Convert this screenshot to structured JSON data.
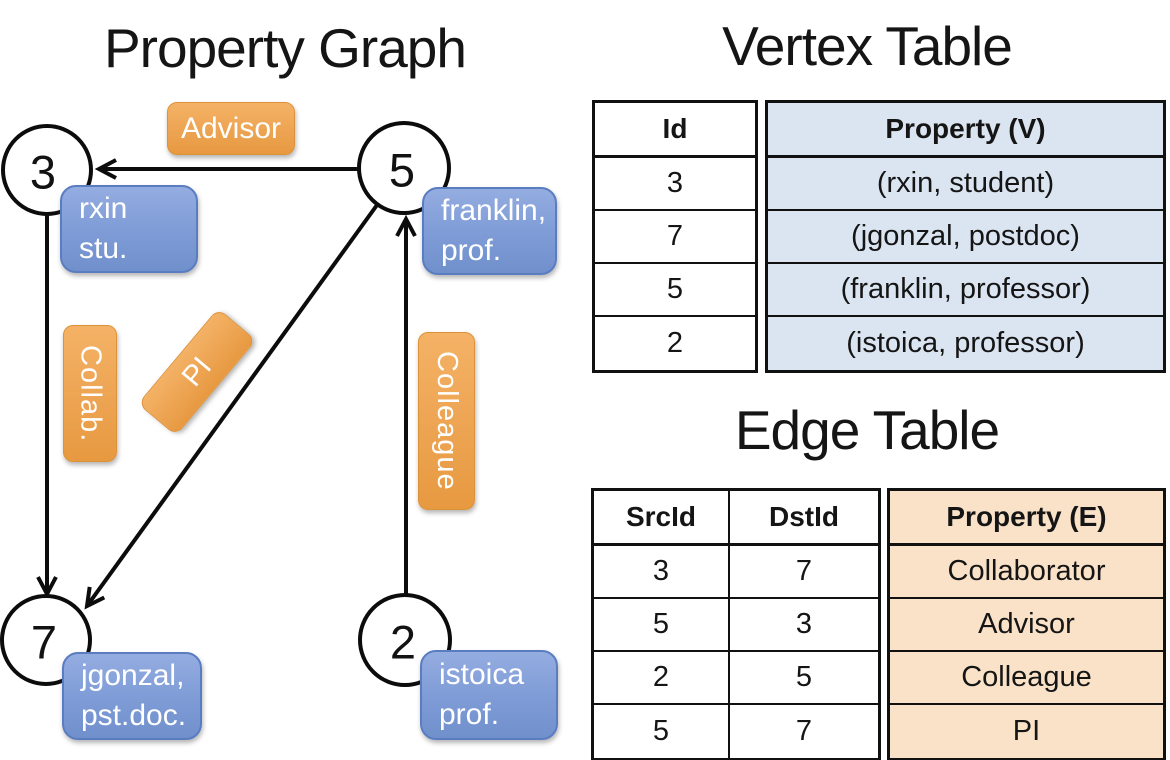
{
  "graph": {
    "title": "Property Graph",
    "nodes": [
      {
        "label": "3"
      },
      {
        "label": "5"
      },
      {
        "label": "7"
      },
      {
        "label": "2"
      }
    ],
    "vertex_boxes": [
      {
        "line1": "rxin",
        "line2": "stu."
      },
      {
        "line1": "franklin,",
        "line2": "prof."
      },
      {
        "line1": "jgonzal,",
        "line2": "pst.doc."
      },
      {
        "line1": "istoica",
        "line2": "prof."
      }
    ],
    "edge_labels": {
      "advisor": "Advisor",
      "collab": "Collab.",
      "pi": "PI",
      "colleague": "Colleague"
    },
    "edges": [
      {
        "from": "5",
        "to": "3",
        "label": "Advisor"
      },
      {
        "from": "3",
        "to": "7",
        "label": "Collab."
      },
      {
        "from": "5",
        "to": "7",
        "label": "PI"
      },
      {
        "from": "2",
        "to": "5",
        "label": "Colleague"
      }
    ]
  },
  "vertex_table": {
    "title": "Vertex Table",
    "headers": {
      "id": "Id",
      "property": "Property (V)"
    },
    "rows": [
      {
        "id": "3",
        "property": "(rxin, student)"
      },
      {
        "id": "7",
        "property": "(jgonzal, postdoc)"
      },
      {
        "id": "5",
        "property": "(franklin, professor)"
      },
      {
        "id": "2",
        "property": "(istoica, professor)"
      }
    ]
  },
  "edge_table": {
    "title": "Edge Table",
    "headers": {
      "src": "SrcId",
      "dst": "DstId",
      "property": "Property (E)"
    },
    "rows": [
      {
        "src": "3",
        "dst": "7",
        "property": "Collaborator"
      },
      {
        "src": "5",
        "dst": "3",
        "property": "Advisor"
      },
      {
        "src": "2",
        "dst": "5",
        "property": "Colleague"
      },
      {
        "src": "5",
        "dst": "7",
        "property": "PI"
      }
    ]
  },
  "colors": {
    "edge_label_orange": "#eda452",
    "vertex_box_blue": "#7e9bd6",
    "vertex_cell_blue": "#dbe5f1",
    "edge_cell_tan": "#fae2c8",
    "line_black": "#111111"
  }
}
